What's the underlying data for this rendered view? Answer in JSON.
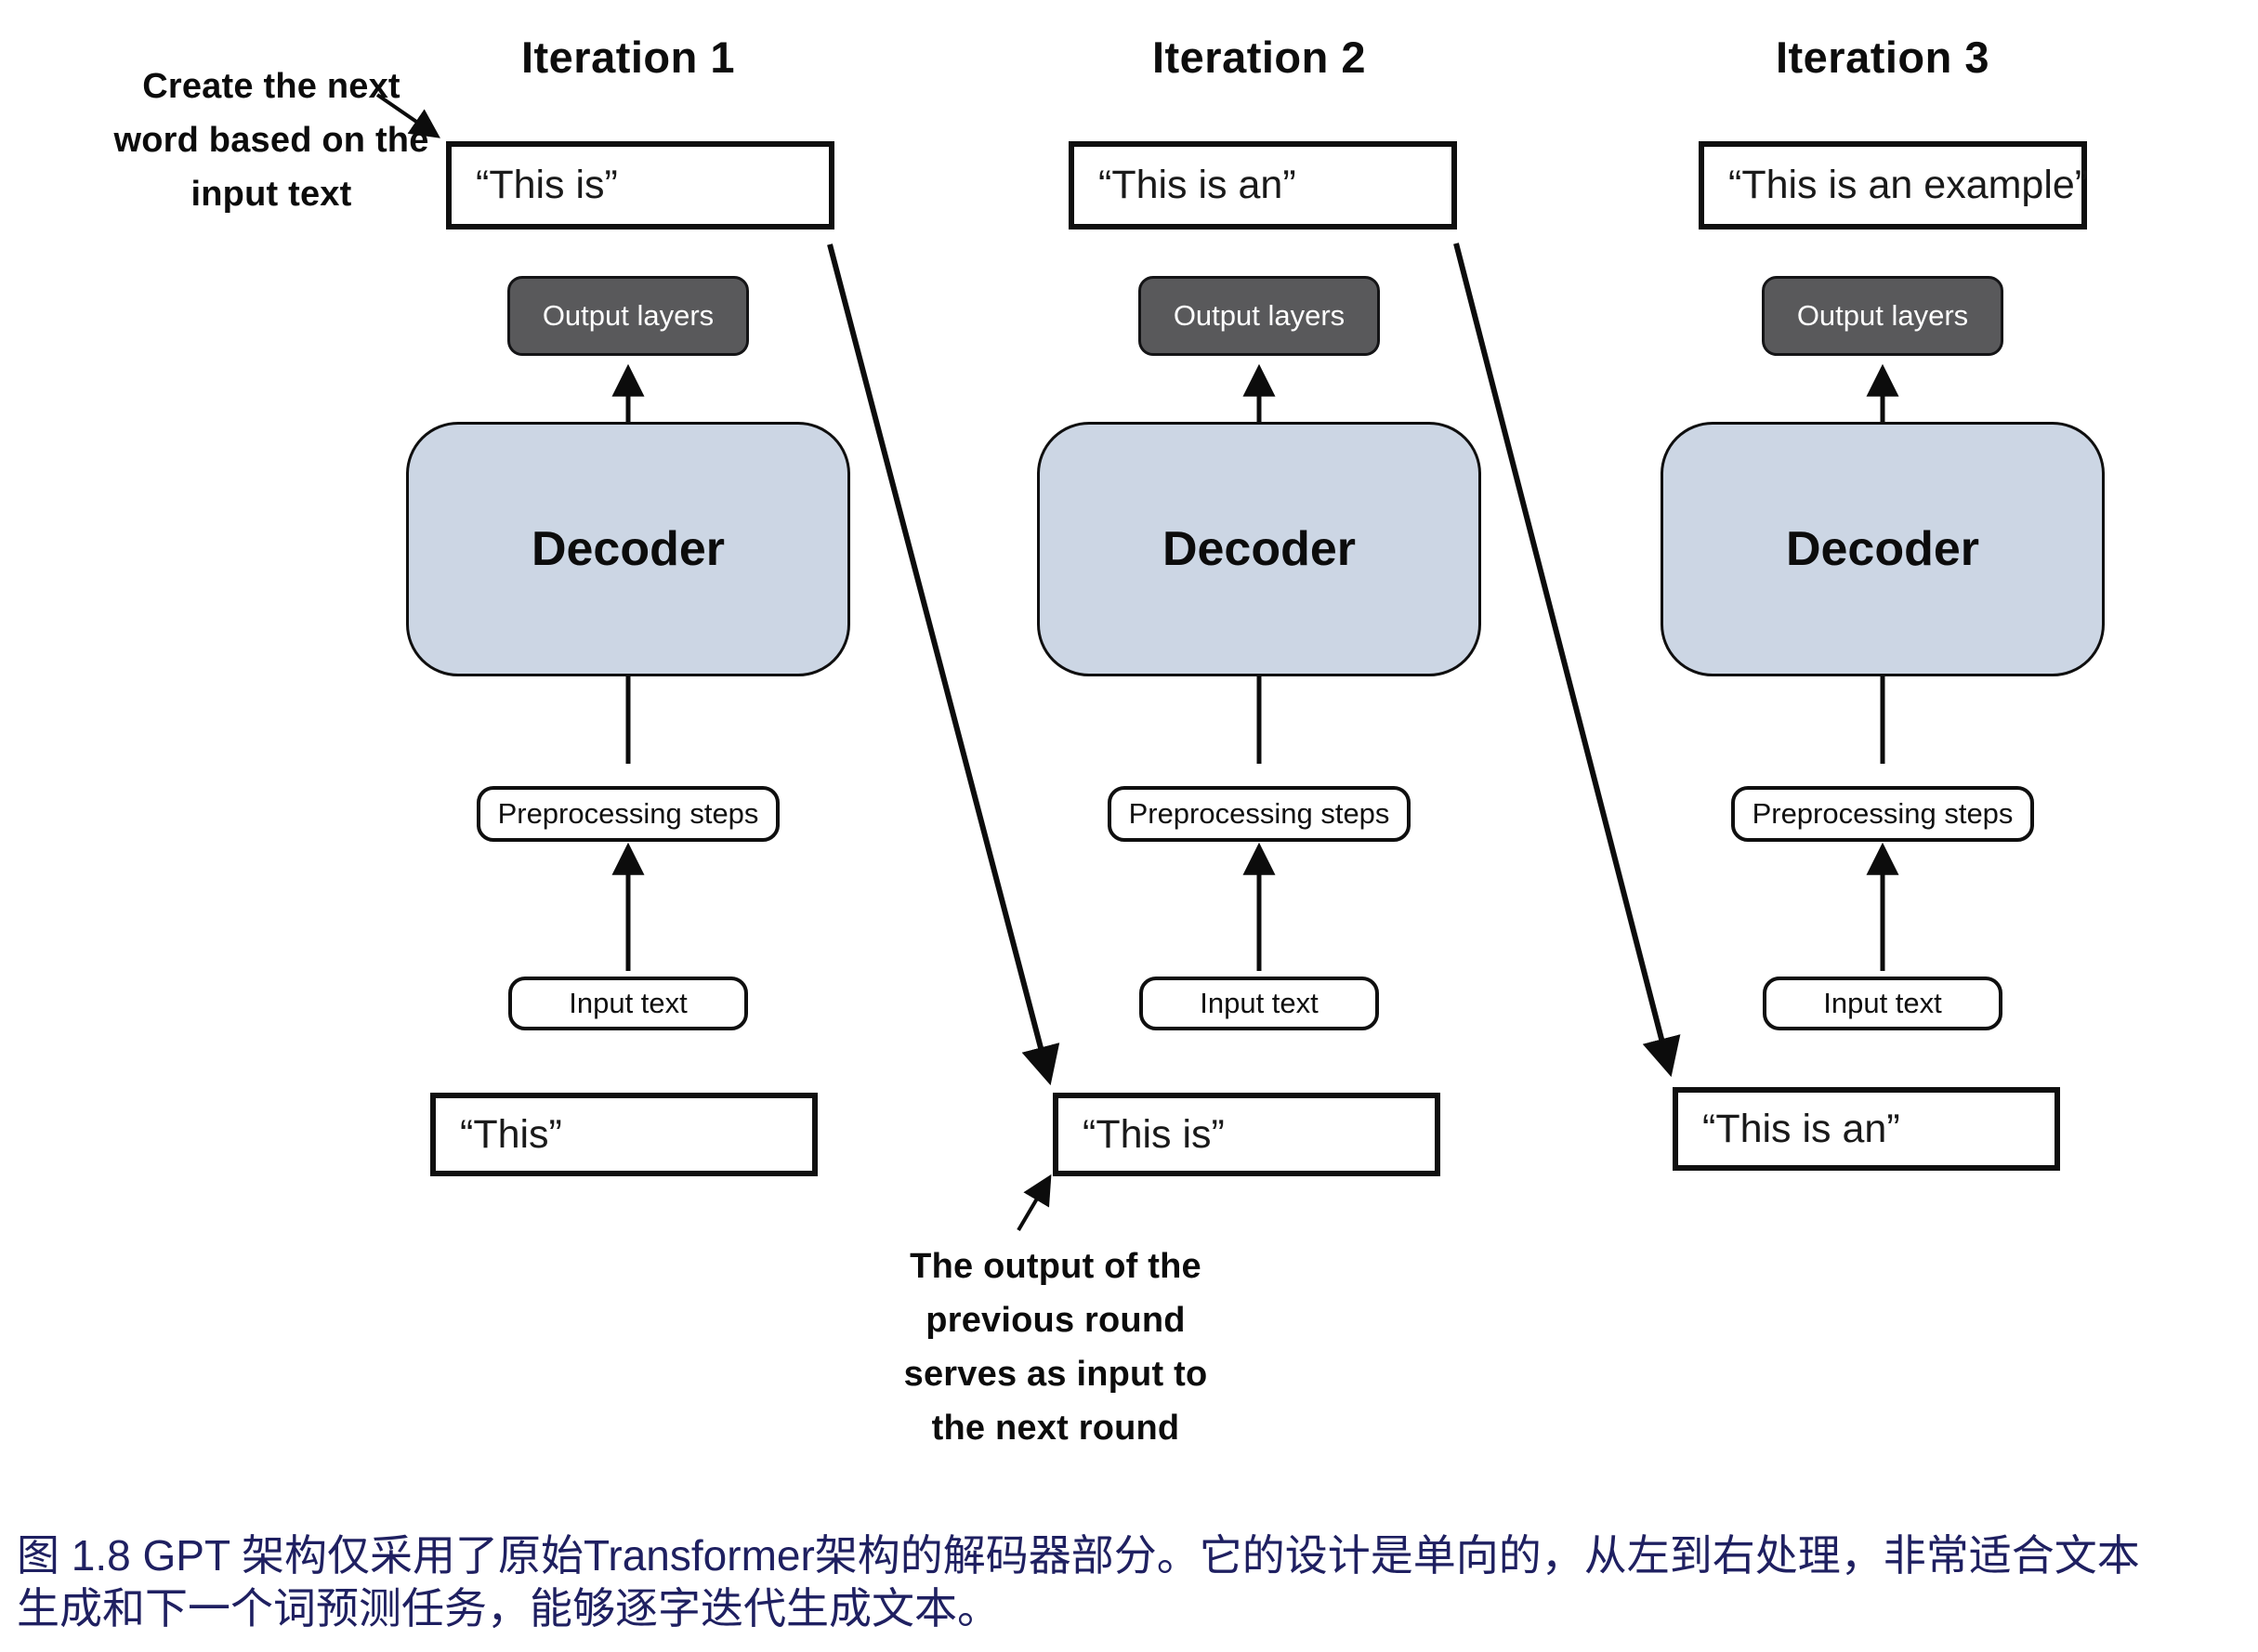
{
  "figure": {
    "iterations": [
      {
        "title": "Iteration 1",
        "generated_text": "“This is”",
        "output_layers_label": "Output layers",
        "decoder_label": "Decoder",
        "preprocessing_label": "Preprocessing steps",
        "input_node_label": "Input text",
        "input_text": "“This”"
      },
      {
        "title": "Iteration 2",
        "generated_text": "“This is an”",
        "output_layers_label": "Output layers",
        "decoder_label": "Decoder",
        "preprocessing_label": "Preprocessing steps",
        "input_node_label": "Input text",
        "input_text": "“This is”"
      },
      {
        "title": "Iteration 3",
        "generated_text": "“This is an example”",
        "output_layers_label": "Output layers",
        "decoder_label": "Decoder",
        "preprocessing_label": "Preprocessing steps",
        "input_node_label": "Input text",
        "input_text": "“This is an”"
      }
    ],
    "annotation_top_left": {
      "line1": "Create the next",
      "line2": "word based on the",
      "line3": "input text"
    },
    "annotation_bottom": {
      "line1": "The output of the",
      "line2": "previous round",
      "line3": "serves as input to",
      "line4": "the next round"
    },
    "colors": {
      "decoder_fill": "#ccd6e4",
      "output_layers_fill": "#59595b",
      "line_color": "#0c0c0c",
      "caption_color": "#1f2061"
    }
  },
  "caption": {
    "line1": "图 1.8  GPT 架构仅采用了原始Transformer架构的解码器部分。它的设计是单向的，从左到右处理，非常适合文本",
    "line2": "生成和下一个词预测任务，能够逐字迭代生成文本。"
  }
}
